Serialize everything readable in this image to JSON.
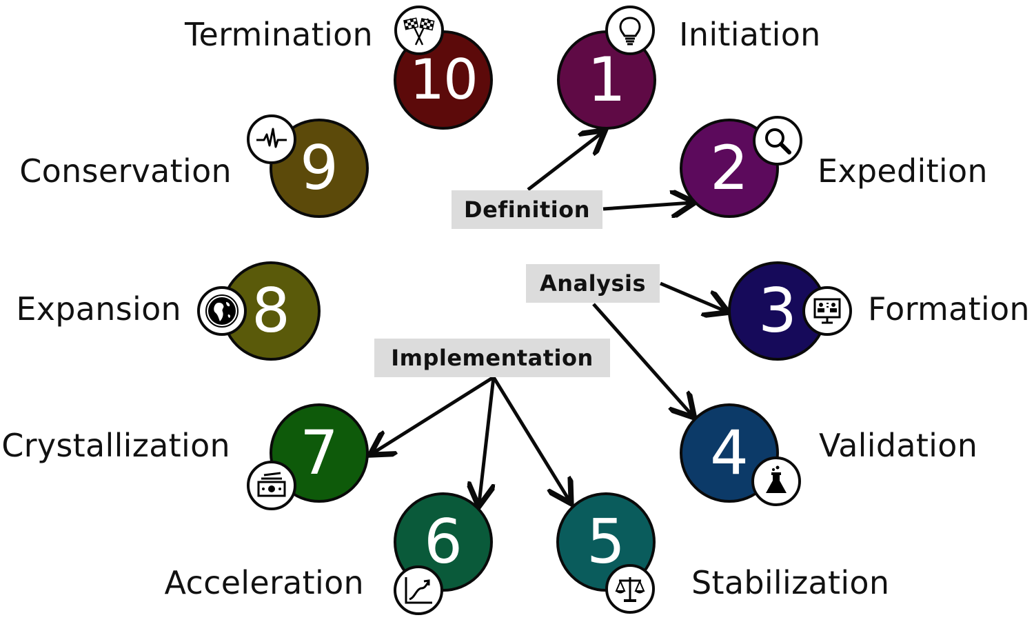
{
  "stages": [
    {
      "number": "1",
      "label": "Initiation",
      "icon": "lightbulb-icon",
      "color": "#5f0a45"
    },
    {
      "number": "2",
      "label": "Expedition",
      "icon": "magnifier-icon",
      "color": "#5c0a5c"
    },
    {
      "number": "3",
      "label": "Formation",
      "icon": "team-board-icon",
      "color": "#160a5a"
    },
    {
      "number": "4",
      "label": "Validation",
      "icon": "flask-icon",
      "color": "#0c3a68"
    },
    {
      "number": "5",
      "label": "Stabilization",
      "icon": "balance-scale-icon",
      "color": "#0a5c5c"
    },
    {
      "number": "6",
      "label": "Acceleration",
      "icon": "growth-chart-icon",
      "color": "#0a5a3a"
    },
    {
      "number": "7",
      "label": "Crystallization",
      "icon": "money-icon",
      "color": "#0e5a0a"
    },
    {
      "number": "8",
      "label": "Expansion",
      "icon": "globe-icon",
      "color": "#5a5a0a"
    },
    {
      "number": "9",
      "label": "Conservation",
      "icon": "heartbeat-icon",
      "color": "#5c4a0a"
    },
    {
      "number": "10",
      "label": "Termination",
      "icon": "checkered-flags-icon",
      "color": "#5c0a0a"
    }
  ],
  "phases": [
    {
      "label": "Definition",
      "targets": [
        "1",
        "2"
      ]
    },
    {
      "label": "Analysis",
      "targets": [
        "3",
        "4"
      ]
    },
    {
      "label": "Implementation",
      "targets": [
        "5",
        "6",
        "7"
      ]
    }
  ]
}
